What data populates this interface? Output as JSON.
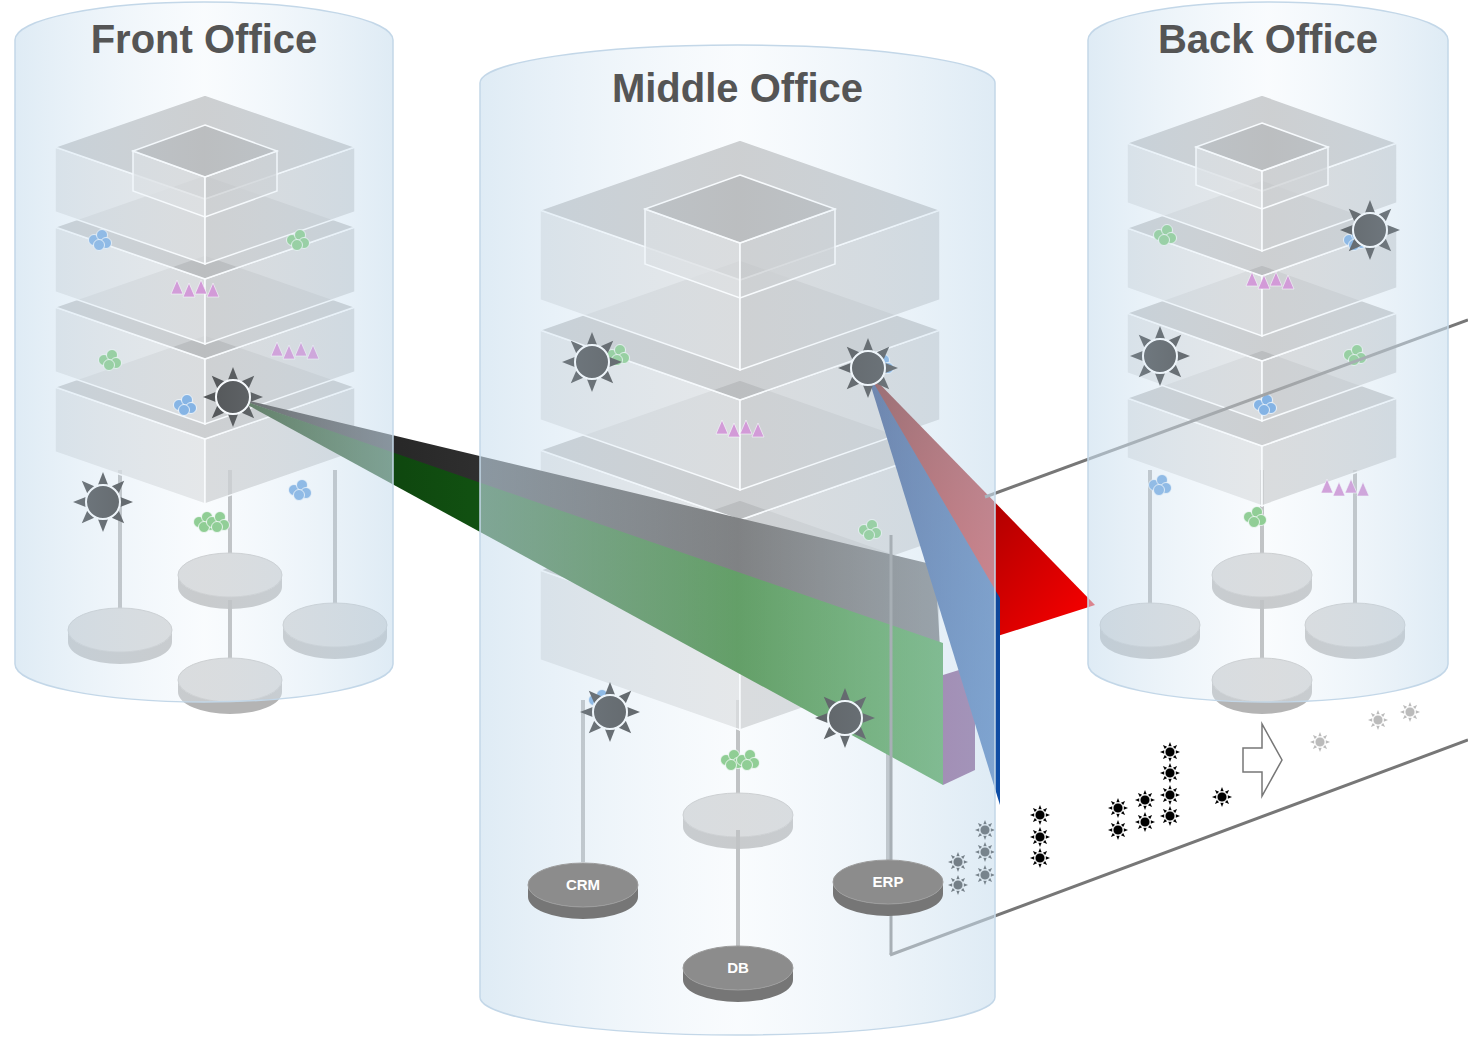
{
  "diagram": {
    "nodes": [
      {
        "text": [
          "Front Office"
        ]
      },
      {
        "text": [
          "Middle Office"
        ]
      },
      {
        "text": [
          "Back Office"
        ]
      },
      {
        "text": [
          "CRM"
        ],
        "in": 1
      },
      {
        "text": [
          "DB"
        ],
        "in": 1
      },
      {
        "text": [
          "ERP"
        ],
        "in": 1
      }
    ]
  }
}
